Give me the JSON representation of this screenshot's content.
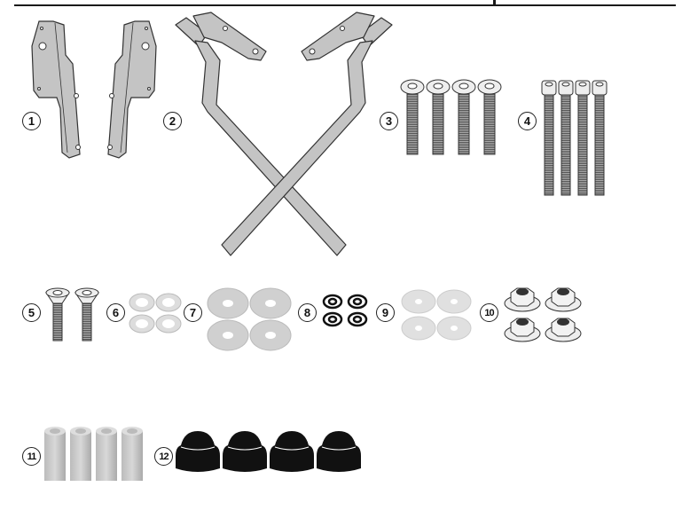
{
  "diagram": {
    "type": "parts-list",
    "colors": {
      "metal": "#c4c4c4",
      "outline": "#333333",
      "light_washer": "#dcdcdc",
      "cap": "#111111",
      "line": "#1a1a1a"
    },
    "parts": [
      {
        "number": "1",
        "name": "left-bracket-plate",
        "quantity": 1
      },
      {
        "number": "2",
        "name": "right-bracket-plate-and-x-frame",
        "quantity": 1
      },
      {
        "number": "3",
        "name": "button-head-bolt",
        "quantity": 4
      },
      {
        "number": "4",
        "name": "long-socket-cap-bolt",
        "quantity": 4
      },
      {
        "number": "5",
        "name": "countersunk-screw",
        "quantity": 2
      },
      {
        "number": "6",
        "name": "small-flat-washer",
        "quantity": 4
      },
      {
        "number": "7",
        "name": "large-fender-washer",
        "quantity": 4
      },
      {
        "number": "8",
        "name": "spring-lock-washer",
        "quantity": 4
      },
      {
        "number": "9",
        "name": "medium-flat-washer",
        "quantity": 4
      },
      {
        "number": "10",
        "name": "flange-lock-nut",
        "quantity": 4
      },
      {
        "number": "11",
        "name": "spacer-tube",
        "quantity": 4
      },
      {
        "number": "12",
        "name": "black-cap-nut-cover",
        "quantity": 4
      }
    ]
  }
}
